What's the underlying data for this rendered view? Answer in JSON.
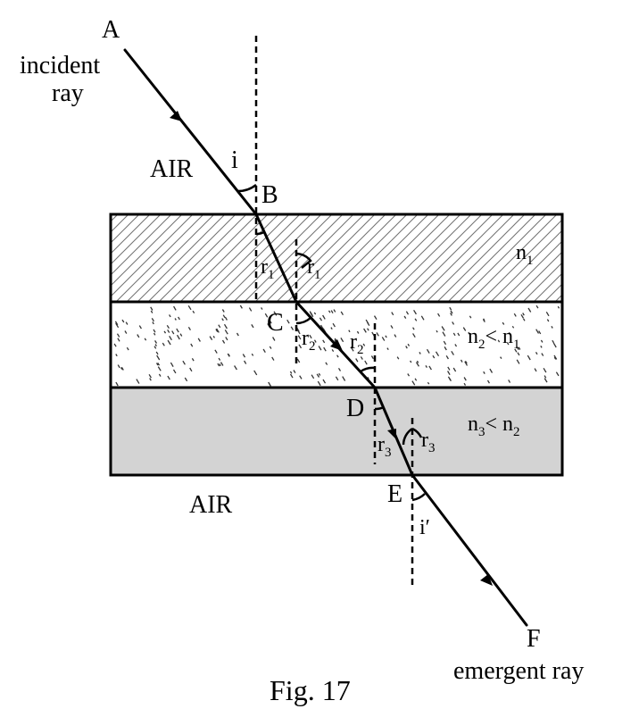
{
  "labels": {
    "point_a": "A",
    "incident_line1": "incident",
    "incident_line2": "ray",
    "air_top": "AIR",
    "angle_i": "i",
    "point_b": "B",
    "r1_left": "r",
    "r1_left_sub": "1",
    "r1_right": "r",
    "r1_right_sub": "1",
    "n1": "n",
    "n1_sub": "1",
    "point_c": "C",
    "r2_left": "r",
    "r2_left_sub": "2",
    "r2_right": "r",
    "r2_right_sub": "2",
    "n2": "n",
    "n2_sub": "2",
    "n2_rel": "< n",
    "n2_rel_sub": "1",
    "point_d": "D",
    "r3_left": "r",
    "r3_left_sub": "3",
    "r3_right": "r",
    "r3_right_sub": "3",
    "n3": "n",
    "n3_sub": "3",
    "n3_rel": "< n",
    "n3_rel_sub": "2",
    "air_bottom": "AIR",
    "point_e": "E",
    "angle_i_prime": "i′",
    "point_f": "F",
    "emergent": "emergent ray",
    "caption": "Fig. 17"
  },
  "colors": {
    "line": "#000000",
    "hatch": "#707070",
    "dots": "#333333",
    "slab3_fill": "#d3d3d3"
  }
}
